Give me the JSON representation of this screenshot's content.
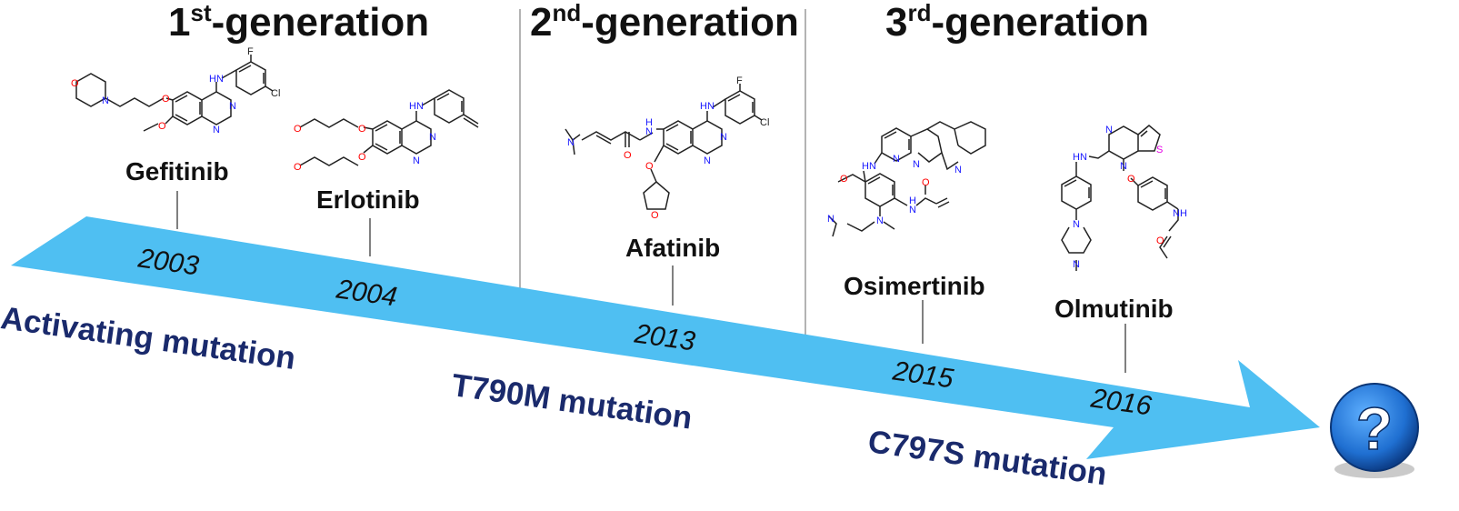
{
  "generations": [
    {
      "ordinal": "1",
      "suffix": "st",
      "label": "-generation"
    },
    {
      "ordinal": "2",
      "suffix": "nd",
      "label": "-generation"
    },
    {
      "ordinal": "3",
      "suffix": "rd",
      "label": "-generation"
    }
  ],
  "drugs": [
    {
      "name": "Gefitinib",
      "year": "2003"
    },
    {
      "name": "Erlotinib",
      "year": "2004"
    },
    {
      "name": "Afatinib",
      "year": "2013"
    },
    {
      "name": "Osimertinib",
      "year": "2015"
    },
    {
      "name": "Olmutinib",
      "year": "2016"
    }
  ],
  "mutations": [
    "Activating mutation",
    "T790M mutation",
    "C797S mutation"
  ],
  "question_mark": "?",
  "atom_labels": {
    "gefitinib": [
      "O",
      "N",
      "O",
      "O",
      "HN",
      "F",
      "Cl",
      "N",
      "N"
    ],
    "erlotinib": [
      "O",
      "O",
      "O",
      "O",
      "HN",
      "N",
      "N"
    ],
    "afatinib": [
      "N",
      "H",
      "N",
      "O",
      "O",
      "O",
      "HN",
      "F",
      "Cl",
      "N",
      "N"
    ],
    "osimertinib": [
      "N",
      "N",
      "HN",
      "O",
      "H",
      "N",
      "O",
      "N",
      "N",
      "N"
    ],
    "olmutinib": [
      "N",
      "N",
      "S",
      "HN",
      "O",
      "N",
      "N",
      "NH",
      "O"
    ]
  },
  "colors": {
    "arrow": "#4fbff2",
    "mutation_text": "#1a2a6c",
    "nitrogen": "#1a1aff",
    "oxygen": "#ff0000",
    "sulfur": "#e600e6",
    "halogen": "#222222",
    "question_fill": "#1f6fd1"
  }
}
